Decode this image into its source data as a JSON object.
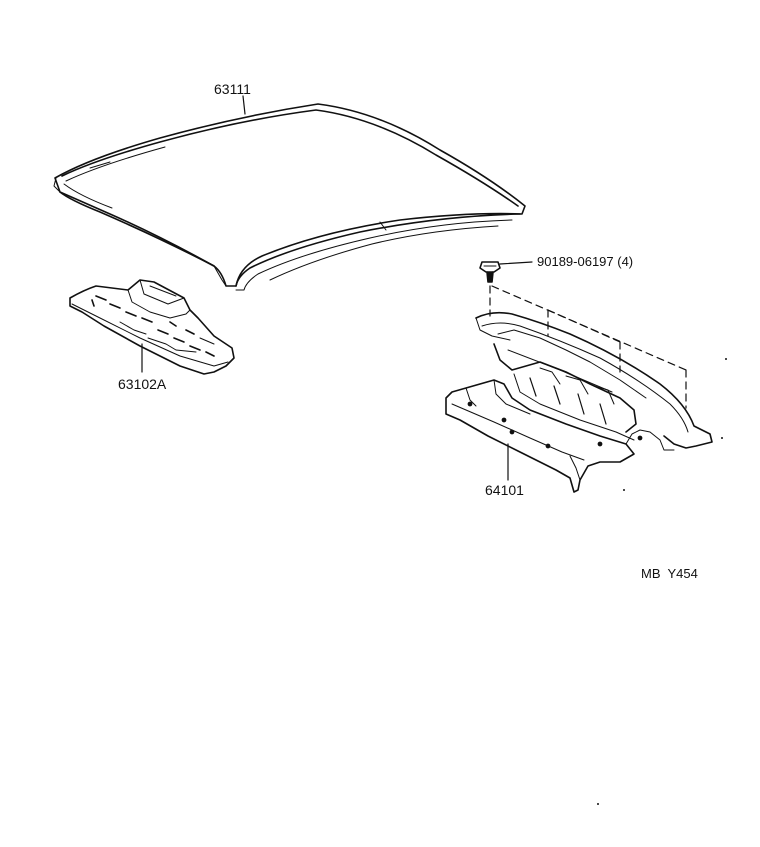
{
  "parts": {
    "roof_panel": "63111",
    "clip": "90189-06197 (4)",
    "front_header_panel": "63102A",
    "rear_package_tray": "64101"
  },
  "diagram_code": "MB  Y454"
}
